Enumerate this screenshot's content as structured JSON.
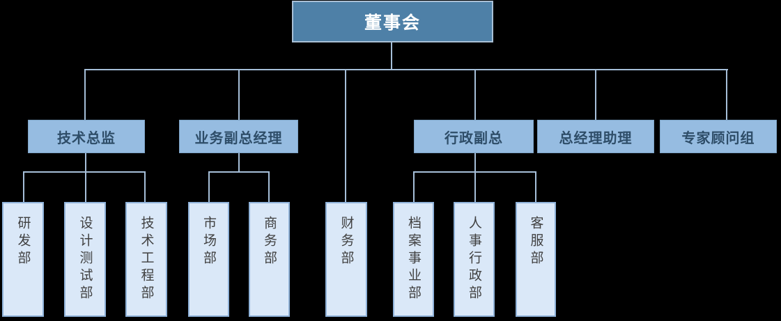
{
  "org_chart": {
    "root": {
      "label": "董事会"
    },
    "level2": [
      {
        "label": "技术总监"
      },
      {
        "label": "业务副总经理"
      },
      {
        "label": "行政副总"
      },
      {
        "label": "总经理助理"
      },
      {
        "label": "专家顾问组"
      }
    ],
    "level3": [
      {
        "label": "研发部"
      },
      {
        "label": "设计测试部"
      },
      {
        "label": "技术工程部"
      },
      {
        "label": "市场部"
      },
      {
        "label": "商务部"
      },
      {
        "label": "财务部"
      },
      {
        "label": "档案事业部"
      },
      {
        "label": "人事行政部"
      },
      {
        "label": "客服部"
      }
    ],
    "colors": {
      "background": "#000000",
      "root_fill": "#4E80A7",
      "root_border": "#A9C0D6",
      "root_text": "#FFFFFF",
      "level2_fill": "#96BCE1",
      "level2_text": "#2E4D68",
      "level3_fill": "#DAE8F8",
      "level3_border": "#8FB2D9",
      "level3_text": "#404040",
      "connector": "#A6BFD9"
    }
  }
}
